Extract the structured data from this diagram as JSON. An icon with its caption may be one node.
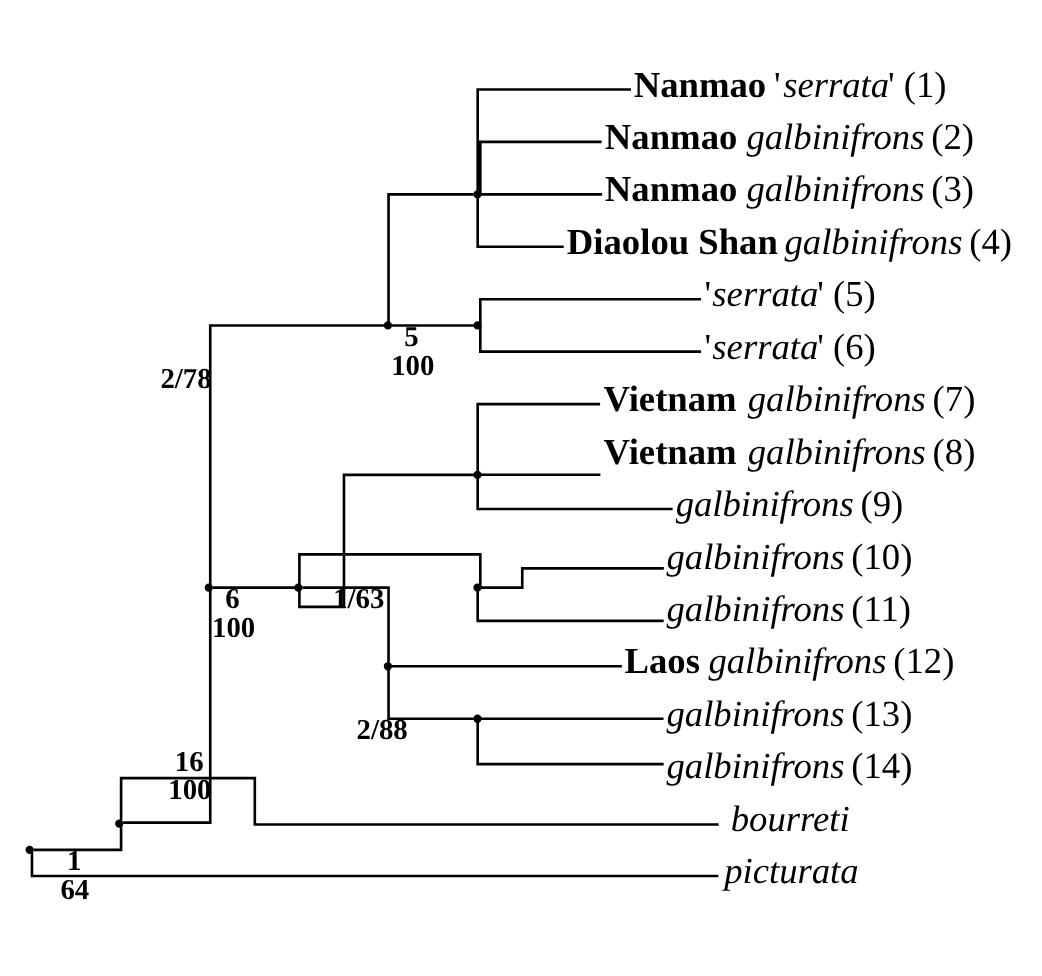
{
  "diagram": {
    "nodes": [
      {
        "text": [
          "**Nanmao** '*serrata*' (1)"
        ]
      },
      {
        "text": [
          "**Nanmao** *galbinifrons* (2)"
        ]
      },
      {
        "text": [
          "**Nanmao** *galbinifrons* (3)"
        ]
      },
      {
        "text": [
          "**Diaolou Shan** *galbinifrons* (4)"
        ]
      },
      {
        "text": [
          "'*serrata*' (5)"
        ]
      },
      {
        "text": [
          "'*serrata*' (6)"
        ]
      },
      {
        "text": [
          "**Vietnam** *galbinifrons* (7)"
        ]
      },
      {
        "text": [
          "**Vietnam** *galbinifrons* (8)"
        ]
      },
      {
        "text": [
          "*galbinifrons* (9)"
        ]
      },
      {
        "text": [
          "*galbinifrons* (10)"
        ]
      },
      {
        "text": [
          "*galbinifrons* (11)"
        ]
      },
      {
        "text": [
          "**Laos** *galbinifrons* (12)"
        ]
      },
      {
        "text": [
          "*galbinifrons* (13)"
        ]
      },
      {
        "text": [
          "*galbinifrons* (14)"
        ]
      },
      {
        "text": [
          "bourreti"
        ]
      },
      {
        "text": [
          "picturata"
        ]
      },
      {
        "text": [],
        "shape": "point"
      },
      {
        "text": [],
        "shape": "point"
      },
      {
        "text": [],
        "shape": "point"
      },
      {
        "text": [],
        "shape": "point"
      },
      {
        "text": [],
        "shape": "point"
      },
      {
        "text": [],
        "shape": "point"
      },
      {
        "text": [],
        "shape": "point"
      },
      {
        "text": [],
        "shape": "point"
      },
      {
        "text": [],
        "shape": "point"
      },
      {
        "text": [],
        "shape": "point"
      },
      {
        "text": [],
        "shape": "point"
      }
    ],
    "edges": [
      {
        "from": 16,
        "to": 17,
        "arrow": "none",
        "label": "1 64"
      },
      {
        "from": 16,
        "to": 15,
        "arrow": "none"
      },
      {
        "from": 17,
        "to": 18,
        "arrow": "none",
        "label": "16 100"
      },
      {
        "from": 17,
        "to": 14,
        "arrow": "none"
      },
      {
        "from": 18,
        "to": 19,
        "arrow": "none",
        "label": "2/78"
      },
      {
        "from": 18,
        "to": 22,
        "arrow": "none",
        "label": "6 100"
      },
      {
        "from": 19,
        "to": 20,
        "arrow": "none"
      },
      {
        "from": 19,
        "to": 21,
        "arrow": "none",
        "label": "5 100"
      },
      {
        "from": 20,
        "to": 0,
        "arrow": "none"
      },
      {
        "from": 20,
        "to": 1,
        "arrow": "none"
      },
      {
        "from": 20,
        "to": 2,
        "arrow": "none"
      },
      {
        "from": 20,
        "to": 3,
        "arrow": "none"
      },
      {
        "from": 21,
        "to": 4,
        "arrow": "none"
      },
      {
        "from": 21,
        "to": 5,
        "arrow": "none"
      },
      {
        "from": 22,
        "to": 23,
        "arrow": "none"
      },
      {
        "from": 22,
        "to": 24,
        "arrow": "none"
      },
      {
        "from": 22,
        "to": 25,
        "arrow": "none",
        "label": "1/63"
      },
      {
        "from": 23,
        "to": 6,
        "arrow": "none"
      },
      {
        "from": 23,
        "to": 7,
        "arrow": "none"
      },
      {
        "from": 23,
        "to": 8,
        "arrow": "none"
      },
      {
        "from": 24,
        "to": 9,
        "arrow": "none"
      },
      {
        "from": 24,
        "to": 10,
        "arrow": "none"
      },
      {
        "from": 25,
        "to": 11,
        "arrow": "none"
      },
      {
        "from": 25,
        "to": 26,
        "arrow": "none",
        "label": "2/88"
      },
      {
        "from": 26,
        "to": 12,
        "arrow": "none"
      },
      {
        "from": 26,
        "to": 13,
        "arrow": "none"
      }
    ]
  }
}
